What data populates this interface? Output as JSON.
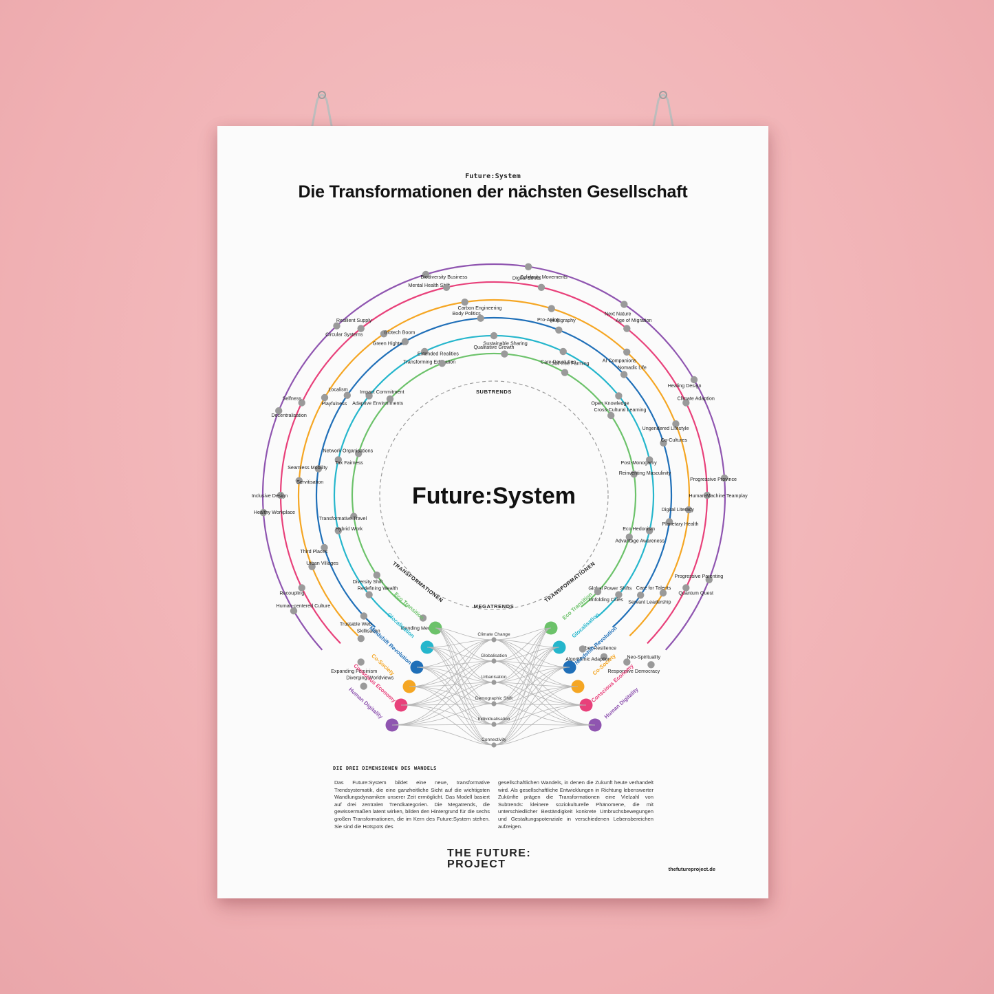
{
  "poster": {
    "kicker": "Future:System",
    "title": "Die Transformationen der nächsten Gesellschaft",
    "center_title": "Future:System",
    "ring_labels": {
      "subtrends": "SUBTRENDS",
      "transformationen": "TRANSFORMATIONEN",
      "megatrends": "MEGATRENDS"
    },
    "colors": {
      "wall": "#f2b8bb",
      "eco_transition": "#6cc26a",
      "glocalisation": "#25b6cc",
      "mindshift_revolution": "#1f6fb8",
      "co_society": "#f5a623",
      "conscious_economy": "#e8407a",
      "human_digitality": "#8f55b0",
      "node": "#9a9a9a"
    },
    "transformations": [
      "Eco Transition",
      "Glocalisation",
      "Mindshift Revolution",
      "Co-Society",
      "Conscious Economy",
      "Human Digitality"
    ],
    "megatrends": [
      "Climate Change",
      "Globalisation",
      "Urbanisation",
      "Demographic Shift",
      "Individualisation",
      "Connectivity"
    ],
    "subtrends": [
      "Mending Media",
      "Diverging Worldviews",
      "Expanding Feminism",
      "Skillisation",
      "Trustable Web",
      "Redefining Wealth",
      "Diversity Shift",
      "Human-centered Culture",
      "Recoupling",
      "Urban Villages",
      "Third Places",
      "Hybrid Work",
      "Transformative Travel",
      "Healthy Workplace",
      "Inclusive Design",
      "Servitisation",
      "Seamless Mobility",
      "Tax Fairness",
      "Network Organisations",
      "Decentralisation",
      "Selfness",
      "Playfulness",
      "Localism",
      "Adaptive Environments",
      "Impact Commitment",
      "Circular Systems",
      "Resilient Supply",
      "Green Hightech",
      "Biotech Boom",
      "Transforming Education",
      "Extended Realities",
      "Mental Health Shift",
      "Biodiversity Business",
      "Body Politics",
      "Carbon Engineering",
      "Qualitative Growth",
      "Sustainable Sharing",
      "Digital Ethics",
      "Solidarity Movements",
      "Pro-Aging",
      "Multigraphy",
      "Care Revolution",
      "Soil-free Farming",
      "Next Nature",
      "Age of Migration",
      "AI Companions",
      "Nomadic Life",
      "Open Knowledge",
      "Cross-Cultural Learning",
      "Healing Design",
      "Climate Adaption",
      "Ungendered Lifestyle",
      "Co-Cultures",
      "Post-Monogamy",
      "Reinventing Masculinity",
      "Progressive Province",
      "Human-Machine Teamplay",
      "Digital Literacy",
      "Planetary Health",
      "Eco Hedonism",
      "Advantage Awareness",
      "Progressive Parenting",
      "Quantum Quest",
      "Care for Talents",
      "Servant Leadership",
      "Global Power Shifts",
      "Unfolding Cities",
      "Neo-Spirituality",
      "Responsive Democracy",
      "Cyber Resilience",
      "Algorithmic Adaption"
    ],
    "section_heading": "DIE DREI DIMENSIONEN DES WANDELS",
    "paragraph_left": "Das Future:System bildet eine neue, transformative Trendsystematik, die eine ganzheitliche Sicht auf die wichtigsten Wandlungsdynamiken unserer Zeit ermöglicht. Das Modell basiert auf drei zentralen Trendkategorien. Die Megatrends, die gewissermaßen latent wirken, bilden den Hintergrund für die sechs großen Transformationen, die im Kern des Future:System stehen. Sie sind die Hotspots des",
    "paragraph_right": "gesellschaftlichen Wandels, in denen die Zukunft heute verhandelt wird. Als gesellschaftliche Entwicklungen in Richtung lebenswerter Zukünfte prägen die Transformationen eine Vielzahl von Subtrends: kleinere soziokulturelle Phänomene, die mit unterschiedlicher Beständigkeit konkrete Umbruchsbewegungen und Gestaltungspotenziale in verschiedenen Lebensbereichen aufzeigen.",
    "logo_line1": "THE FUTURE:",
    "logo_line2": "PROJECT",
    "url": "thefutureproject.de"
  }
}
